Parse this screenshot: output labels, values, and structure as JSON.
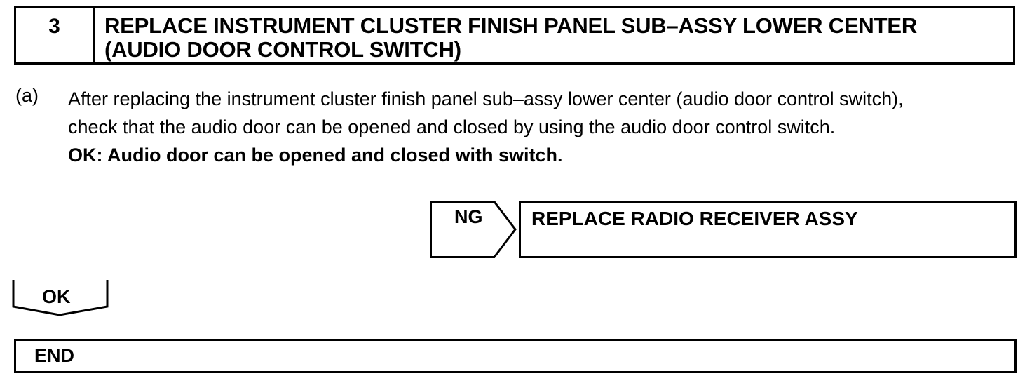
{
  "step": {
    "number": "3",
    "title_line1": "REPLACE INSTRUMENT CLUSTER FINISH PANEL SUB–ASSY LOWER CENTER",
    "title_line2": "(AUDIO DOOR CONTROL SWITCH)"
  },
  "procedure": {
    "label": "(a)",
    "line1": "After replacing the instrument cluster finish panel sub–assy lower center (audio door control switch),",
    "line2": "check that the audio door can be opened and closed by using the audio door control switch.",
    "ok_criteria": "OK: Audio door can be opened and closed with switch."
  },
  "ng_result": {
    "label": "NG",
    "action": "REPLACE RADIO RECEIVER ASSY"
  },
  "ok_result": {
    "label": "OK"
  },
  "end": {
    "label": "END"
  }
}
